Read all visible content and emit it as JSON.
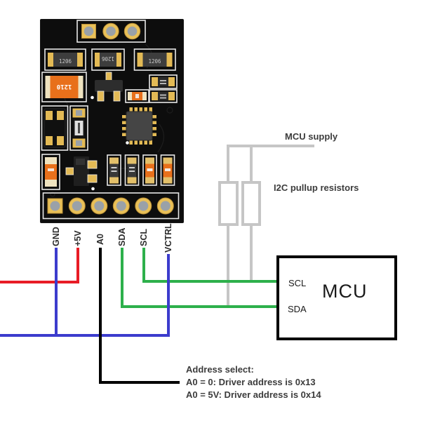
{
  "pins": [
    {
      "label": "GND",
      "wire_color": "#3c3ccd"
    },
    {
      "label": "+5V",
      "wire_color": "#e81c26"
    },
    {
      "label": "A0",
      "wire_color": "#000000"
    },
    {
      "label": "SDA",
      "wire_color": "#2db04b"
    },
    {
      "label": "SCL",
      "wire_color": "#2db04b"
    },
    {
      "label": "VCTRL",
      "wire_color": "#3c3ccd"
    }
  ],
  "annotations": {
    "mcu_supply": "MCU supply",
    "i2c_pullup": "I2C pullup resistors",
    "address_title": "Address select:",
    "address_line1": "A0 = 0: Driver address is 0x13",
    "address_line2": "A0 = 5V: Driver address is 0x14"
  },
  "mcu": {
    "name": "MCU",
    "scl": "SCL",
    "sda": "SDA"
  },
  "module": {
    "smd_1206": "1206",
    "smd_1210": "1210"
  },
  "colors": {
    "wire_blue": "#3c3ccd",
    "wire_red": "#e81c26",
    "wire_green": "#2db04b",
    "wire_black": "#000000",
    "supply_gray": "#c6c6c6",
    "board": "#0d0d0d",
    "pad_gold": "#e9c058",
    "pad_hole": "#9aa1a8",
    "component_orange": "#e8701b"
  }
}
